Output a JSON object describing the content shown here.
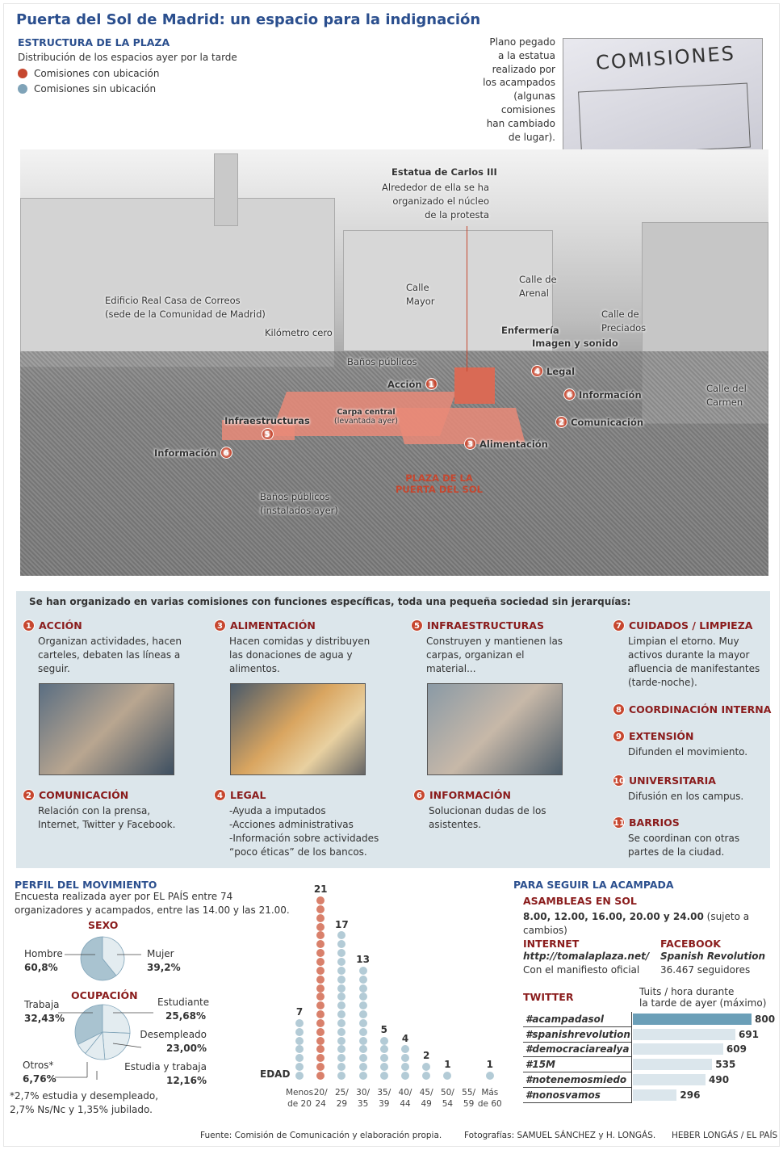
{
  "title": "Puerta del Sol de Madrid: un espacio para la indignación",
  "estructura": {
    "heading": "ESTRUCTURA DE LA PLAZA",
    "subtitle": "Distribución de los espacios ayer por la tarde",
    "legend": [
      {
        "label": "Comisiones con ubicación",
        "color": "#c6472f"
      },
      {
        "label": "Comisiones sin ubicación",
        "color": "#7fa3b8"
      }
    ]
  },
  "sign_caption": [
    "Plano pegado",
    "a la estatua",
    "realizado por",
    "los acampados",
    "(algunas",
    "comisiones",
    "han cambiado",
    "de lugar)."
  ],
  "sign_photo_text": "COMISIONES",
  "map": {
    "estatua_title": "Estatua de Carlos III",
    "estatua_text": [
      "Alrededor de ella se ha",
      "organizado el núcleo",
      "de la protesta"
    ],
    "correos": [
      "Edificio Real Casa de Correos",
      "(sede de la Comunidad de Madrid)"
    ],
    "km_cero": "Kilómetro cero",
    "calle_mayor": [
      "Calle",
      "Mayor"
    ],
    "calle_arenal": [
      "Calle de",
      "Arenal"
    ],
    "calle_preciados": [
      "Calle de",
      "Preciados"
    ],
    "calle_carmen": [
      "Calle del",
      "Carmen"
    ],
    "enfermeria": "Enfermería",
    "imagen_sonido": "Imagen y sonido",
    "banos": "Baños públicos",
    "accion": "Acción",
    "legal": "Legal",
    "informacion": "Información",
    "comunicacion": "Comunicación",
    "alimentacion": "Alimentación",
    "infraestructuras": "Infraestructuras",
    "carpa_title": "Carpa central",
    "carpa_sub": "(levantada ayer)",
    "plaza": [
      "PLAZA DE LA",
      "PUERTA DEL SOL"
    ],
    "banos_instalados": [
      "Baños públicos",
      "(instalados ayer)"
    ]
  },
  "comisiones": {
    "intro": "Se han organizado en varias comisiones con funciones específicas, toda una pequeña sociedad sin jerarquías:",
    "items": [
      {
        "n": "1",
        "name": "ACCIÓN",
        "text": [
          "Organizan actividades, hacen",
          "carteles, debaten las líneas a",
          "seguir."
        ]
      },
      {
        "n": "2",
        "name": "COMUNICACIÓN",
        "text": [
          "Relación con la prensa,",
          "Internet, Twitter y Facebook."
        ]
      },
      {
        "n": "3",
        "name": "ALIMENTACIÓN",
        "text": [
          "Hacen comidas y distribuyen",
          "las donaciones de agua y",
          "alimentos."
        ]
      },
      {
        "n": "4",
        "name": "LEGAL",
        "text": [
          "-Ayuda a imputados",
          "-Acciones administrativas",
          "-Información sobre actividades",
          "“poco éticas” de los bancos."
        ]
      },
      {
        "n": "5",
        "name": "INFRAESTRUCTURAS",
        "text": [
          "Construyen y mantienen las",
          "carpas, organizan el",
          "material..."
        ]
      },
      {
        "n": "6",
        "name": "INFORMACIÓN",
        "text": [
          "Solucionan dudas de los",
          "asistentes."
        ]
      },
      {
        "n": "7",
        "name": "CUIDADOS / LIMPIEZA",
        "text": [
          "Limpian el etorno. Muy",
          "activos durante la mayor",
          "afluencia de manifestantes",
          "(tarde-noche)."
        ]
      },
      {
        "n": "8",
        "name": "COORDINACIÓN INTERNA",
        "text": []
      },
      {
        "n": "9",
        "name": "EXTENSIÓN",
        "text": [
          "Difunden el movimiento."
        ]
      },
      {
        "n": "10",
        "name": "UNIVERSITARIA",
        "text": [
          "Difusión en los campus."
        ]
      },
      {
        "n": "11",
        "name": "BARRIOS",
        "text": [
          "Se coordinan con otras",
          "partes de la ciudad."
        ]
      }
    ]
  },
  "perfil": {
    "heading": "PERFIL DEL MOVIMIENTO",
    "subtitle": [
      "Encuesta realizada ayer por EL PAÍS entre 74",
      "organizadores y acampados, entre las 14.00 y las 21.00."
    ],
    "footnote": [
      "*2,7% estudia y desempleado,",
      "2,7% Ns/Nc y 1,35% jubilado."
    ]
  },
  "chart_data": [
    {
      "type": "pie",
      "title": "SEXO",
      "categories": [
        "Hombre",
        "Mujer"
      ],
      "values": [
        60.8,
        39.2
      ],
      "labels": [
        "60,8%",
        "39,2%"
      ],
      "colors": [
        "#a9c3d0",
        "#e3ecf0"
      ]
    },
    {
      "type": "pie",
      "title": "OCUPACIÓN",
      "categories": [
        "Trabaja",
        "Estudiante",
        "Desempleado",
        "Estudia y trabaja",
        "Otros*"
      ],
      "values": [
        32.43,
        25.68,
        23.0,
        12.16,
        6.76
      ],
      "labels": [
        "32,43%",
        "25,68%",
        "23,00%",
        "12,16%",
        "6,76%"
      ],
      "colors": [
        "#a9c3d0",
        "#e3ecf0",
        "#e3ecf0",
        "#e3ecf0",
        "#e3ecf0"
      ]
    },
    {
      "type": "bar",
      "title": "EDAD",
      "categories": [
        [
          "Menos",
          "de 20"
        ],
        [
          "20/",
          "24"
        ],
        [
          "25/",
          "29"
        ],
        [
          "30/",
          "35"
        ],
        [
          "35/",
          "39"
        ],
        [
          "40/",
          "44"
        ],
        [
          "45/",
          "49"
        ],
        [
          "50/",
          "54"
        ],
        [
          "55/",
          "59"
        ],
        [
          "Más",
          "de 60"
        ]
      ],
      "values": [
        7,
        21,
        17,
        13,
        5,
        4,
        2,
        1,
        0,
        1
      ],
      "highlight_color": "#d9806b",
      "color": "#b3cbd6"
    },
    {
      "type": "bar",
      "orientation": "horizontal",
      "title": "TWITTER",
      "subtitle": [
        "Tuits / hora durante",
        "la tarde de ayer (máximo)"
      ],
      "categories": [
        "#acampadasol",
        "#spanishrevolution",
        "#democraciarealya",
        "#15M",
        "#notenemosmiedo",
        "#nonosvamos"
      ],
      "values": [
        800,
        691,
        609,
        535,
        490,
        296
      ],
      "highlight_color": "#6b9fb8",
      "color": "#dbe6ec"
    }
  ],
  "seguir": {
    "heading": "PARA SEGUIR LA ACAMPADA",
    "asambleas_h": "ASAMBLEAS EN SOL",
    "asambleas_times": "8.00, 12.00, 16.00, 20.00 y 24.00",
    "asambleas_note": " (sujeto a cambios)",
    "internet_h": "INTERNET",
    "internet_url": "http://tomalaplaza.net/",
    "internet_note": "Con el manifiesto oficial",
    "facebook_h": "FACEBOOK",
    "facebook_name": "Spanish Revolution",
    "facebook_note": "36.467 seguidores"
  },
  "footer": {
    "fuente": "Fuente: Comisión de Comunicación y elaboración propia.",
    "fotos": "Fotografías: SAMUEL SÁNCHEZ y H. LONGÁS.",
    "autor": "HEBER LONGÁS / EL PAÍS"
  }
}
